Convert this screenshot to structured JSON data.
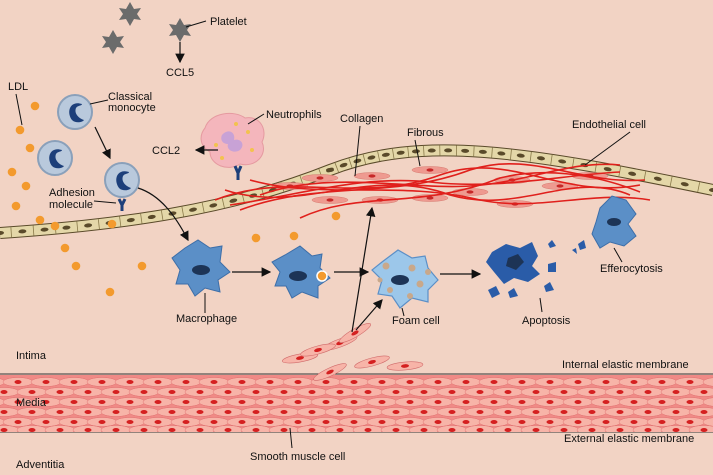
{
  "labels": {
    "platelet": "Platelet",
    "ccl5": "CCL5",
    "ldl": "LDL",
    "classical_monocyte_line1": "Classical",
    "classical_monocyte_line2": "monocyte",
    "neutrophils": "Neutrophils",
    "ccl2": "CCL2",
    "collagen": "Collagen",
    "fibrous": "Fibrous",
    "endothelial_cell": "Endothelial cell",
    "adhesion_molecule_line1": "Adhesion",
    "adhesion_molecule_line2": "molecule",
    "macrophage": "Macrophage",
    "foam_cell": "Foam cell",
    "apoptosis": "Apoptosis",
    "efferocytosis": "Efferocytosis",
    "intima": "Intima",
    "internal_elastic_membrane": "Internal elastic membrane",
    "media": "Media",
    "external_elastic_membrane": "External elastic membrane",
    "smooth_muscle_cell": "Smooth muscle cell",
    "adventitia": "Adventitia"
  },
  "colors": {
    "background": "#f2d3c4",
    "endothelium_fill": "#e4d7a8",
    "endothelium_nucleus": "#5a4a2a",
    "muscle_band": "#f08a86",
    "muscle_cell": "#f7b4a8",
    "muscle_nucleus": "#d42020",
    "collagen_fiber": "#e0201c",
    "macrophage": "#5b8fc7",
    "monocyte_fill": "#b9c9dc",
    "monocyte_nucleus": "#1d3f7a",
    "ldl": "#f39a2e",
    "platelet": "#6b6b6b",
    "neutrophil": "#f4b6bc"
  }
}
